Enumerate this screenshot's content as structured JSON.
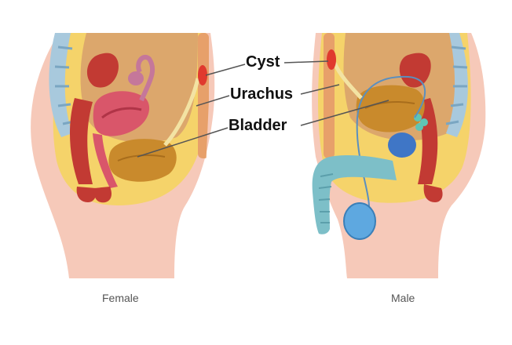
{
  "labels": {
    "cyst": "Cyst",
    "urachus": "Urachus",
    "bladder": "Bladder"
  },
  "captions": {
    "female": "Female",
    "male": "Male"
  },
  "colors": {
    "skin": "#f6c9b9",
    "fat": "#f5d36a",
    "cavity": "#dca76c",
    "muscle": "#c23a33",
    "bladder": "#c98a2c",
    "cyst": "#e03a2e",
    "uterus": "#d9566a",
    "ovary": "#c5779a",
    "spine": "#a8c9dd",
    "penis": "#7dbfc8",
    "testis": "#5ea8e0",
    "prostate": "#3f76c6",
    "seminal": "#5fc4b5"
  }
}
